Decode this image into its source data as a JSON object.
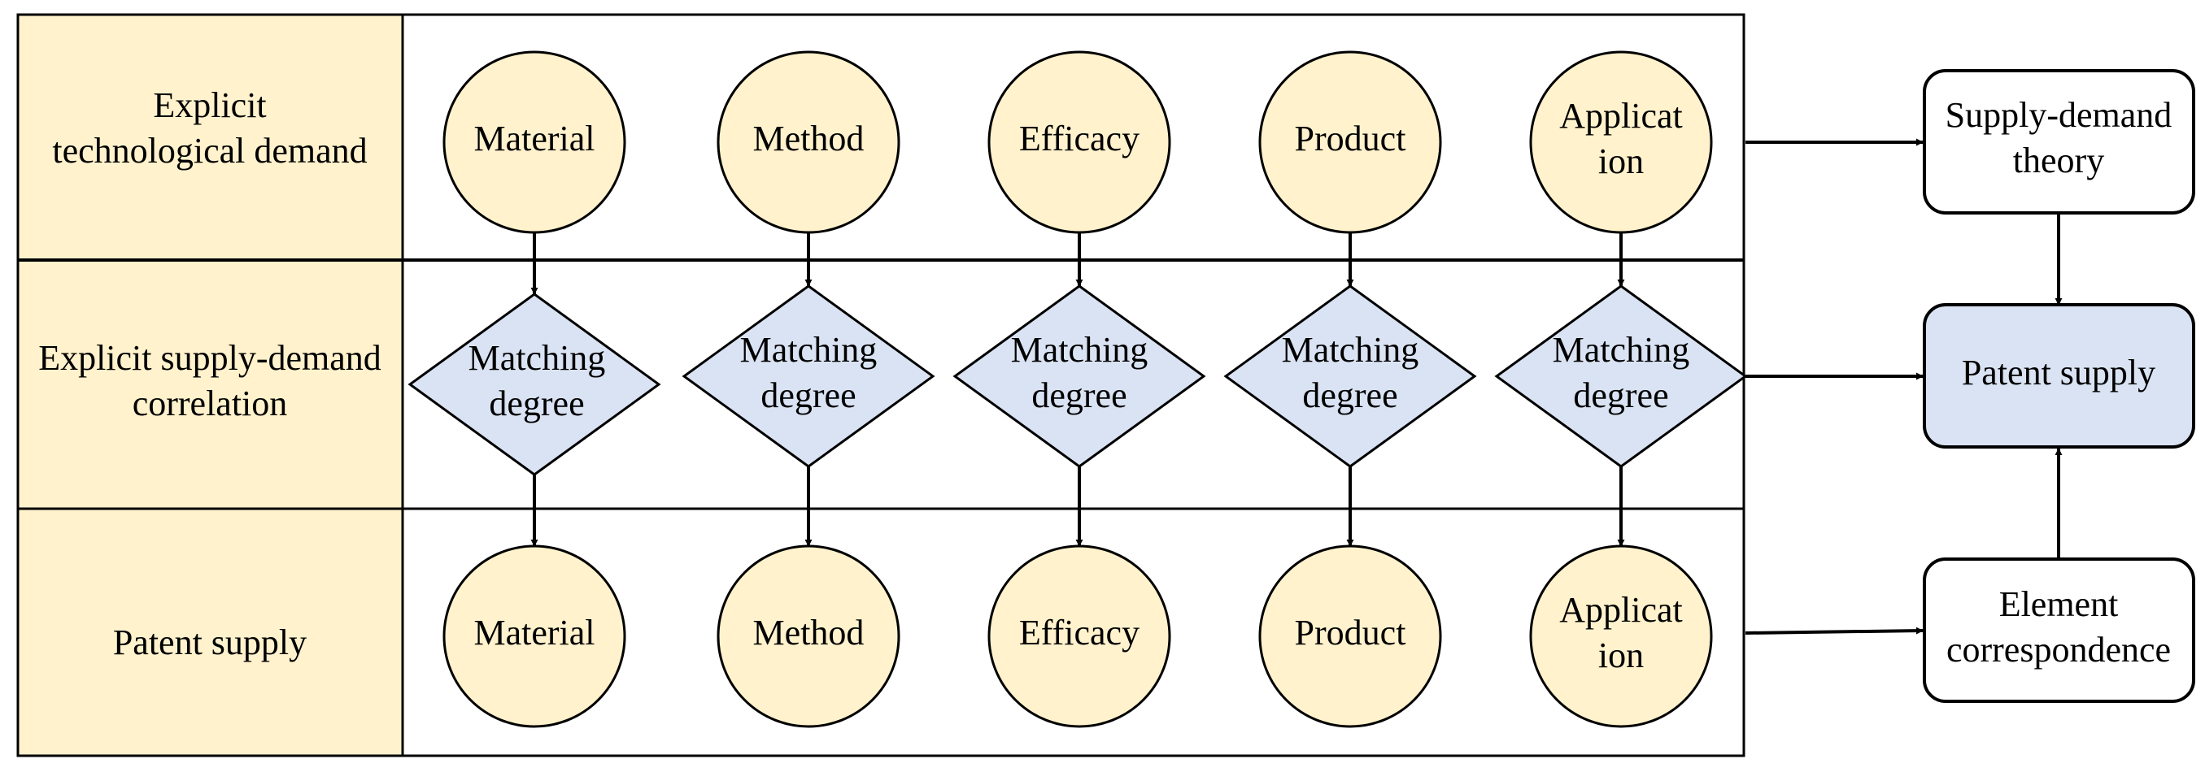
{
  "rows": {
    "demand": "Explicit technological demand",
    "correlation": "Explicit supply-demand correlation",
    "supply": "Patent supply"
  },
  "elements": [
    "Material",
    "Method",
    "Efficacy",
    "Product",
    "Application"
  ],
  "elements_wrapped": [
    "Material",
    "Method",
    "Efficacy",
    "Product",
    "Applicat\nion"
  ],
  "matching_label": "Matching degree",
  "boxes": {
    "theory": "Supply-demand theory",
    "patent_supply": "Patent supply",
    "element_correspondence": "Element correspondence"
  },
  "colors": {
    "row_header": "#FFF2CC",
    "circle": "#FFF2CC",
    "diamond": "#DAE3F3",
    "highlight_box": "#DAE3F3",
    "stroke": "#000000"
  }
}
